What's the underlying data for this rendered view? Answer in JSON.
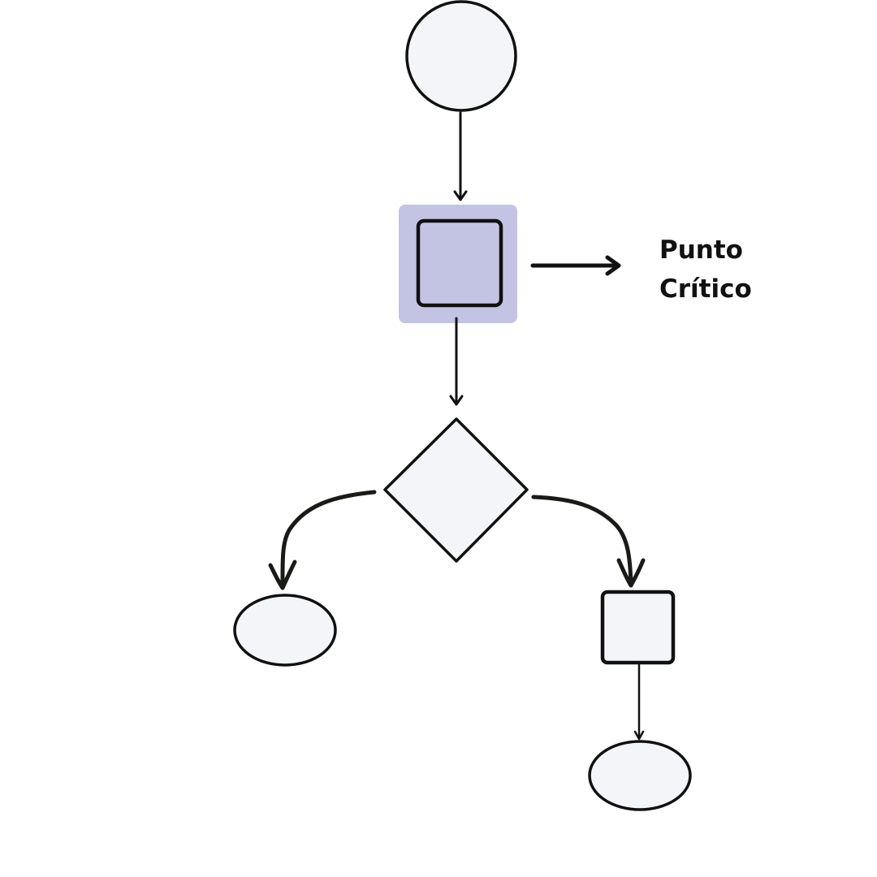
{
  "diagram": {
    "colors": {
      "node_fill": "#f4f5f9",
      "highlight_fill": "#c3c3e3",
      "stroke": "#111111"
    },
    "nodes": [
      {
        "id": "start",
        "shape": "circle"
      },
      {
        "id": "process",
        "shape": "square",
        "highlighted": true
      },
      {
        "id": "decision",
        "shape": "diamond"
      },
      {
        "id": "end-left",
        "shape": "ellipse"
      },
      {
        "id": "step-right",
        "shape": "square"
      },
      {
        "id": "end-right",
        "shape": "ellipse"
      }
    ],
    "annotation": {
      "line1": "Punto",
      "line2": "Crítico"
    }
  }
}
